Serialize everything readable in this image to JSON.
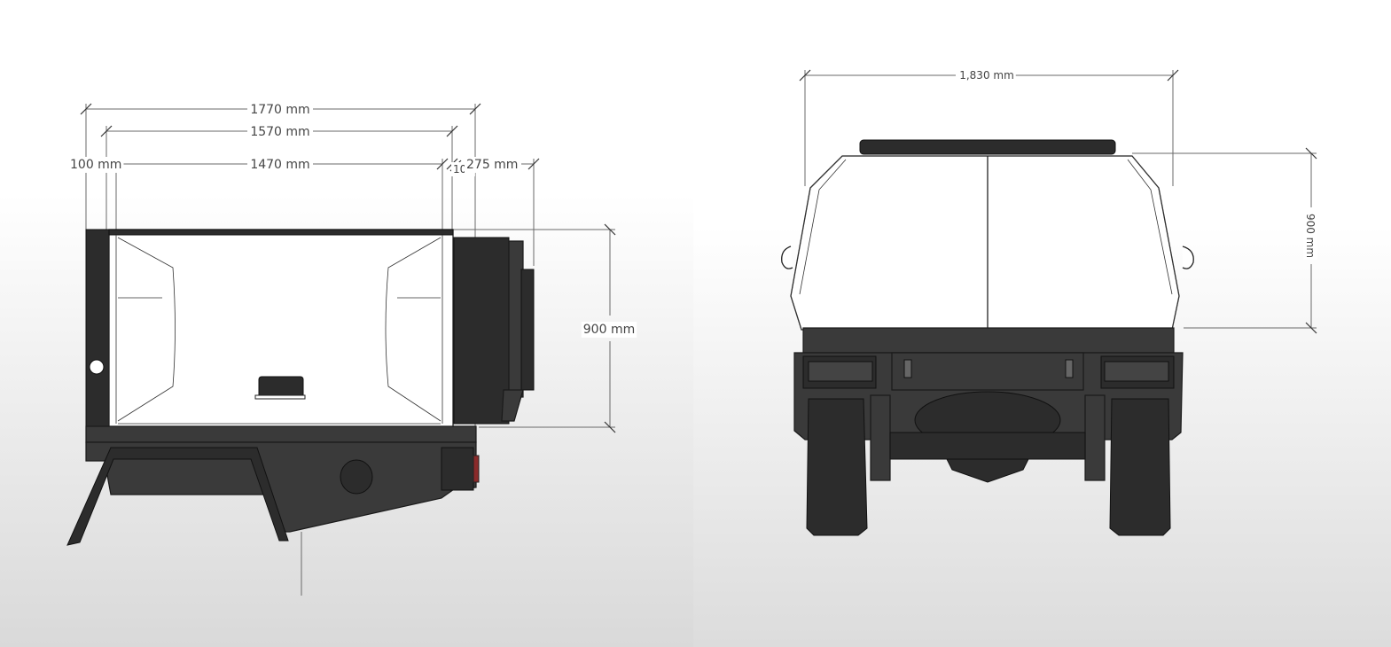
{
  "side_view": {
    "overall_width": "1770 mm",
    "tray_width": "1570 mm",
    "canopy_width": "1470 mm",
    "left_offset": "100 mm",
    "right_offset": "100",
    "overhang": "275 mm",
    "canopy_height": "900 mm"
  },
  "rear_view": {
    "overall_width": "1,830 mm",
    "canopy_height": "900 mm"
  }
}
